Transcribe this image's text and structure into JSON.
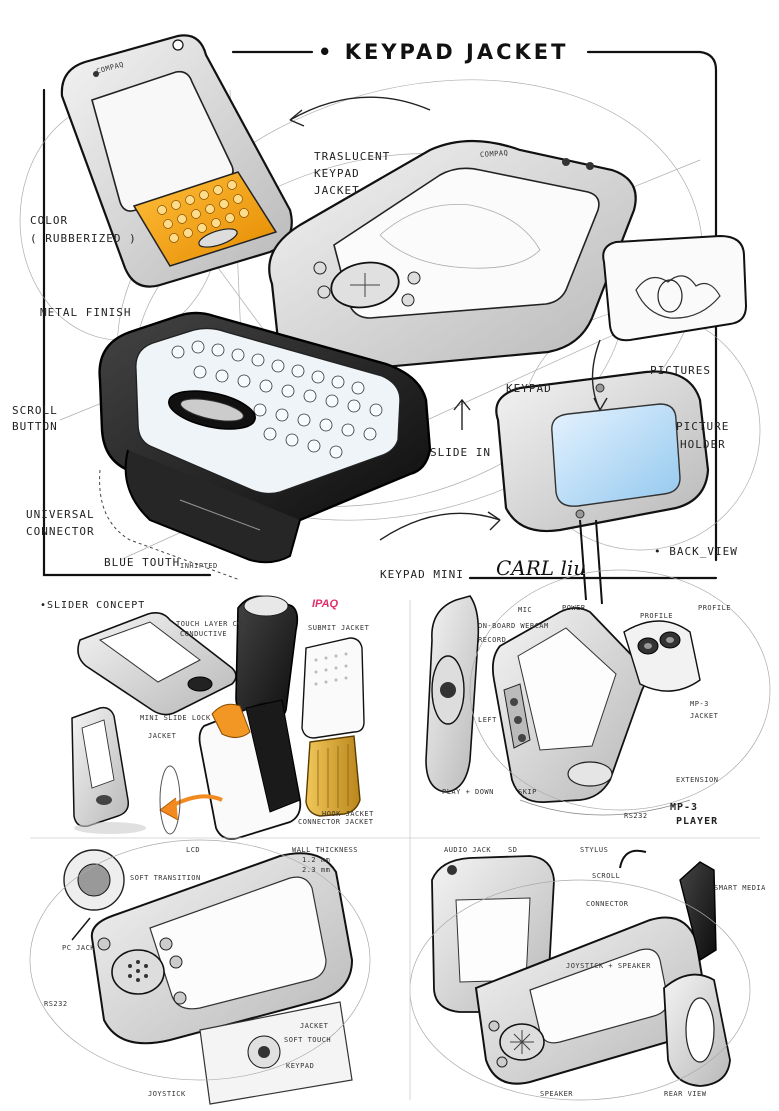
{
  "main_sheet": {
    "title": "• KEYPAD JACKET",
    "labels": {
      "translucent_keypad_jacket": [
        "TRASLUCENT",
        "KEYPAD",
        "JACKET"
      ],
      "color_rubberized": [
        "COLOR",
        "( RUBBERIZED )"
      ],
      "metal_finish": "METAL FINISH",
      "scroll_button": [
        "SCROLL",
        "BUTTON"
      ],
      "universal_connector": [
        "UNIVERSAL",
        "CONNECTOR"
      ],
      "blue_tooth": "BLUE TOUTH",
      "inhibited": "INHIPTED",
      "keypad_mini": "KEYPAD MINI",
      "keypad": "KEYPAD",
      "slide_in": "SLIDE IN",
      "pictures": "PICTURES",
      "picture_holder": [
        "PICTURE",
        "HOLDER"
      ],
      "back_view": "• BACK_VIEW",
      "brand_top": "COMPAQ",
      "brand_device": "COMPAQ"
    },
    "signature": "CARL liu"
  },
  "slider_concept": {
    "title": "•SLIDER CONCEPT",
    "brand_tag": "IPAQ",
    "notes": [
      "TOUCH LAYER CO-",
      "CONDUCTIVE",
      "SUBMIT JACKET",
      "MINI SLIDE LOCK",
      "JACKET",
      "HOOK JACKET",
      "CONNECTOR JACKET"
    ]
  },
  "mp3_concept": {
    "title": [
      "MP-3",
      "PLAYER"
    ],
    "notes": [
      "MIC",
      "POWER",
      "ON-BOARD WEBCAM",
      "RECORD",
      "PROFILE",
      "PROFILE",
      "MP-3",
      "JACKET",
      "LEFT",
      "PLAY + DOWN",
      "SKIP",
      "EXTENSION",
      "RS232"
    ]
  },
  "bottom_left": {
    "notes": [
      "LCD",
      "SOFT TRANSITION",
      "WALL THICKNESS",
      "1.2 mm",
      "2.3 mm",
      "PC JACK",
      "RS232",
      "JACKET",
      "SOFT TOUCH",
      "KEYPAD",
      "JOYSTICK"
    ]
  },
  "bottom_right": {
    "notes": [
      "AUDIO JACK",
      "SD",
      "STYLUS",
      "SCROLL",
      "CONNECTOR",
      "JOYSTICK + SPEAKER",
      "SMART MEDIA",
      "REAR VIEW",
      "SPEAKER"
    ]
  }
}
